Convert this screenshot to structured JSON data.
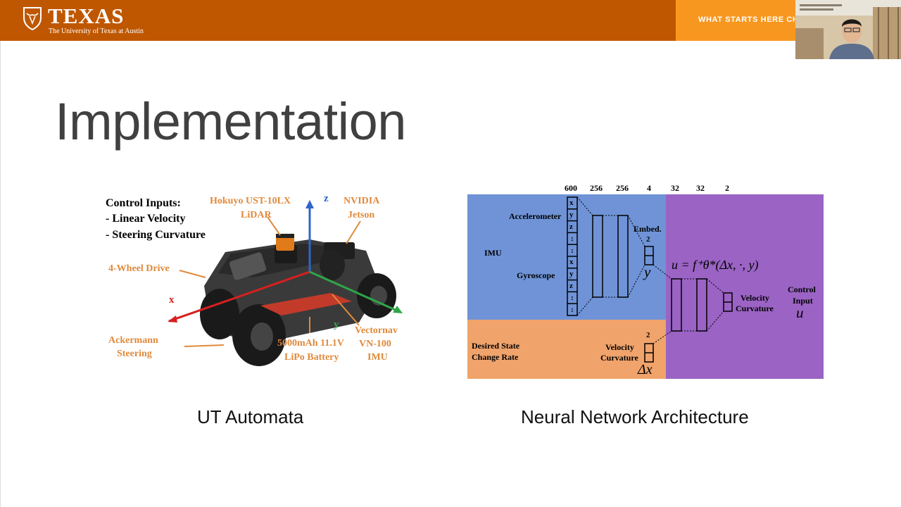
{
  "header": {
    "logo_word": "TEXAS",
    "logo_sub": "The University of Texas at Austin",
    "tagline": "WHAT STARTS HERE CH",
    "colors": {
      "burnt_orange": "#bf5700",
      "orange": "#f8971f"
    }
  },
  "slide": {
    "title": "Implementation",
    "left_caption": "UT Automata",
    "right_caption": "Neural Network Architecture"
  },
  "robot_figure": {
    "control_title": "Control Inputs:",
    "control_items": [
      "- Linear Velocity",
      "- Steering Curvature"
    ],
    "lidar_label": [
      "Hokuyo UST-10LX",
      "LiDAR"
    ],
    "jetson_label": [
      "NVIDIA",
      "Jetson"
    ],
    "drive_label": "4-Wheel Drive",
    "steering_label": [
      "Ackermann",
      "Steering"
    ],
    "battery_label": [
      "5000mAh 11.1V",
      "LiPo Battery"
    ],
    "imu_label": [
      "Vectornav",
      "VN-100",
      "IMU"
    ],
    "axis_x": "x",
    "axis_y": "y",
    "axis_z": "z"
  },
  "nn_figure": {
    "layer_sizes": [
      "600",
      "256",
      "256",
      "4",
      "32",
      "32",
      "2"
    ],
    "imu_label": "IMU",
    "accelerometer_label": "Accelerometer",
    "gyroscope_label": "Gyroscope",
    "input_cells": [
      "x",
      "y",
      "z",
      ":",
      ":",
      "x",
      "y",
      "z",
      ":",
      ":"
    ],
    "embed_label": "Embed.",
    "embed_size": "2",
    "embed_symbol": "y",
    "formula": "u = f⁺θ*(Δx, ·, y)",
    "desired_state_label": [
      "Desired State",
      "Change Rate"
    ],
    "desired_size": "2",
    "desired_vc_label": [
      "Velocity",
      "Curvature"
    ],
    "delta_symbol": "Δx",
    "output_vc_label": [
      "Velocity",
      "Curvature"
    ],
    "control_label": [
      "Control",
      "Input"
    ],
    "control_symbol": "u",
    "colors": {
      "imu_bg": "#6f93d6",
      "desired_bg": "#f0a36b",
      "policy_bg": "#9a63c4"
    }
  }
}
